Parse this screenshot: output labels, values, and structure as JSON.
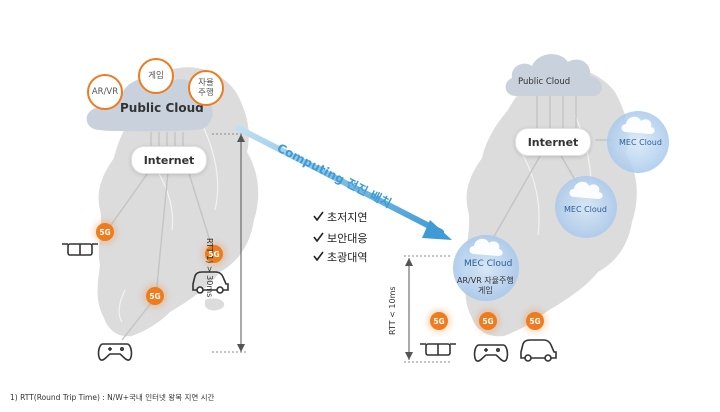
{
  "left": {
    "public_cloud": "Public Cloud",
    "apps": [
      "AR/VR",
      "게임",
      "자율\n주행"
    ],
    "internet": "Internet",
    "badge": "5G",
    "rtt_label": "RTT 1) > 30ms"
  },
  "arrow_label": "Computing 전진 배치",
  "benefits": [
    "초저지연",
    "보안대응",
    "초광대역"
  ],
  "right": {
    "public_cloud": "Public Cloud",
    "internet": "Internet",
    "mec_cloud": "MEC Cloud",
    "mec_service": "AR/VR 자율주행\n게임",
    "badge": "5G",
    "rtt_label": "RTT < 10ms"
  },
  "footnote": "1) RTT(Round Trip Time) : N/W+국내 인터넷 왕복 지연 시간",
  "colors": {
    "accent_orange": "#f07b1d",
    "arrow_blue": "#3e9bd6",
    "map_gray": "#dcdcdc",
    "cloud_gray": "#c9d1dd",
    "mec_blue": "#a9c9ec"
  },
  "icons": [
    "vr-headset-icon",
    "gamepad-icon",
    "car-icon",
    "checkmark-icon",
    "cloud-icon"
  ]
}
